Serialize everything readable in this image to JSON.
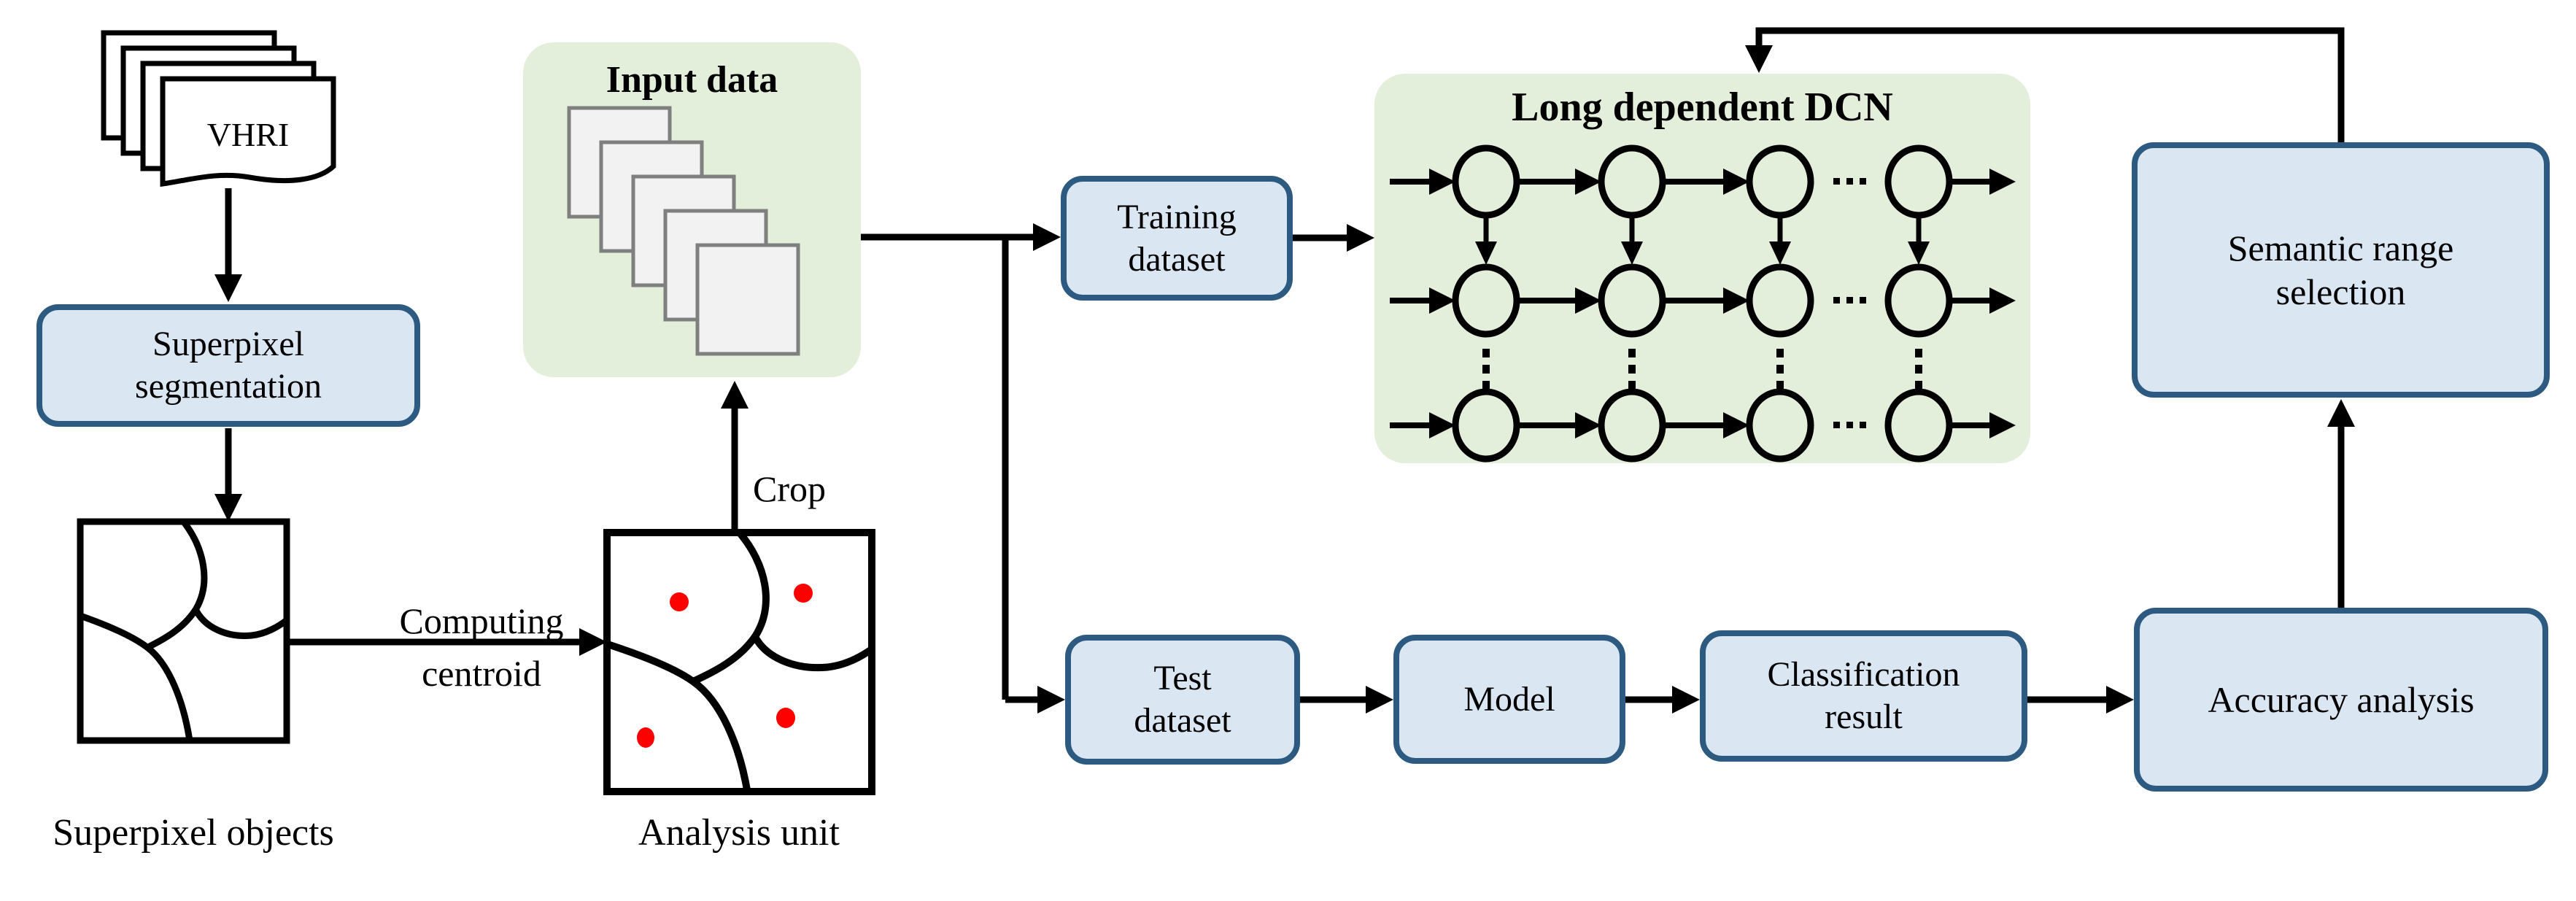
{
  "colors": {
    "blue_fill": "#dbe6f3",
    "blue_border": "#2d5a80",
    "green_fill": "#e3efda",
    "line": "#000000",
    "red_dot": "#fe0000",
    "page_fill": "#f2f2f2",
    "page_border": "#7f7f7f"
  },
  "nodes": {
    "vhri": "VHRI",
    "superpixel_segmentation": "Superpixel segmentation",
    "superpixel_objects": "Superpixel objects",
    "computing": "Computing",
    "centroid": "centroid",
    "analysis_unit": "Analysis unit",
    "crop": "Crop",
    "input_data": "Input data",
    "training_dataset": "Training dataset",
    "long_dependent_dcn": "Long dependent DCN",
    "test_dataset": "Test dataset",
    "model": "Model",
    "classification_result": "Classification result",
    "accuracy_analysis": "Accuracy analysis",
    "semantic_range_selection": "Semantic range selection"
  },
  "dcn": {
    "ellipsis_h": "...",
    "ellipsis_v": "⋮"
  }
}
